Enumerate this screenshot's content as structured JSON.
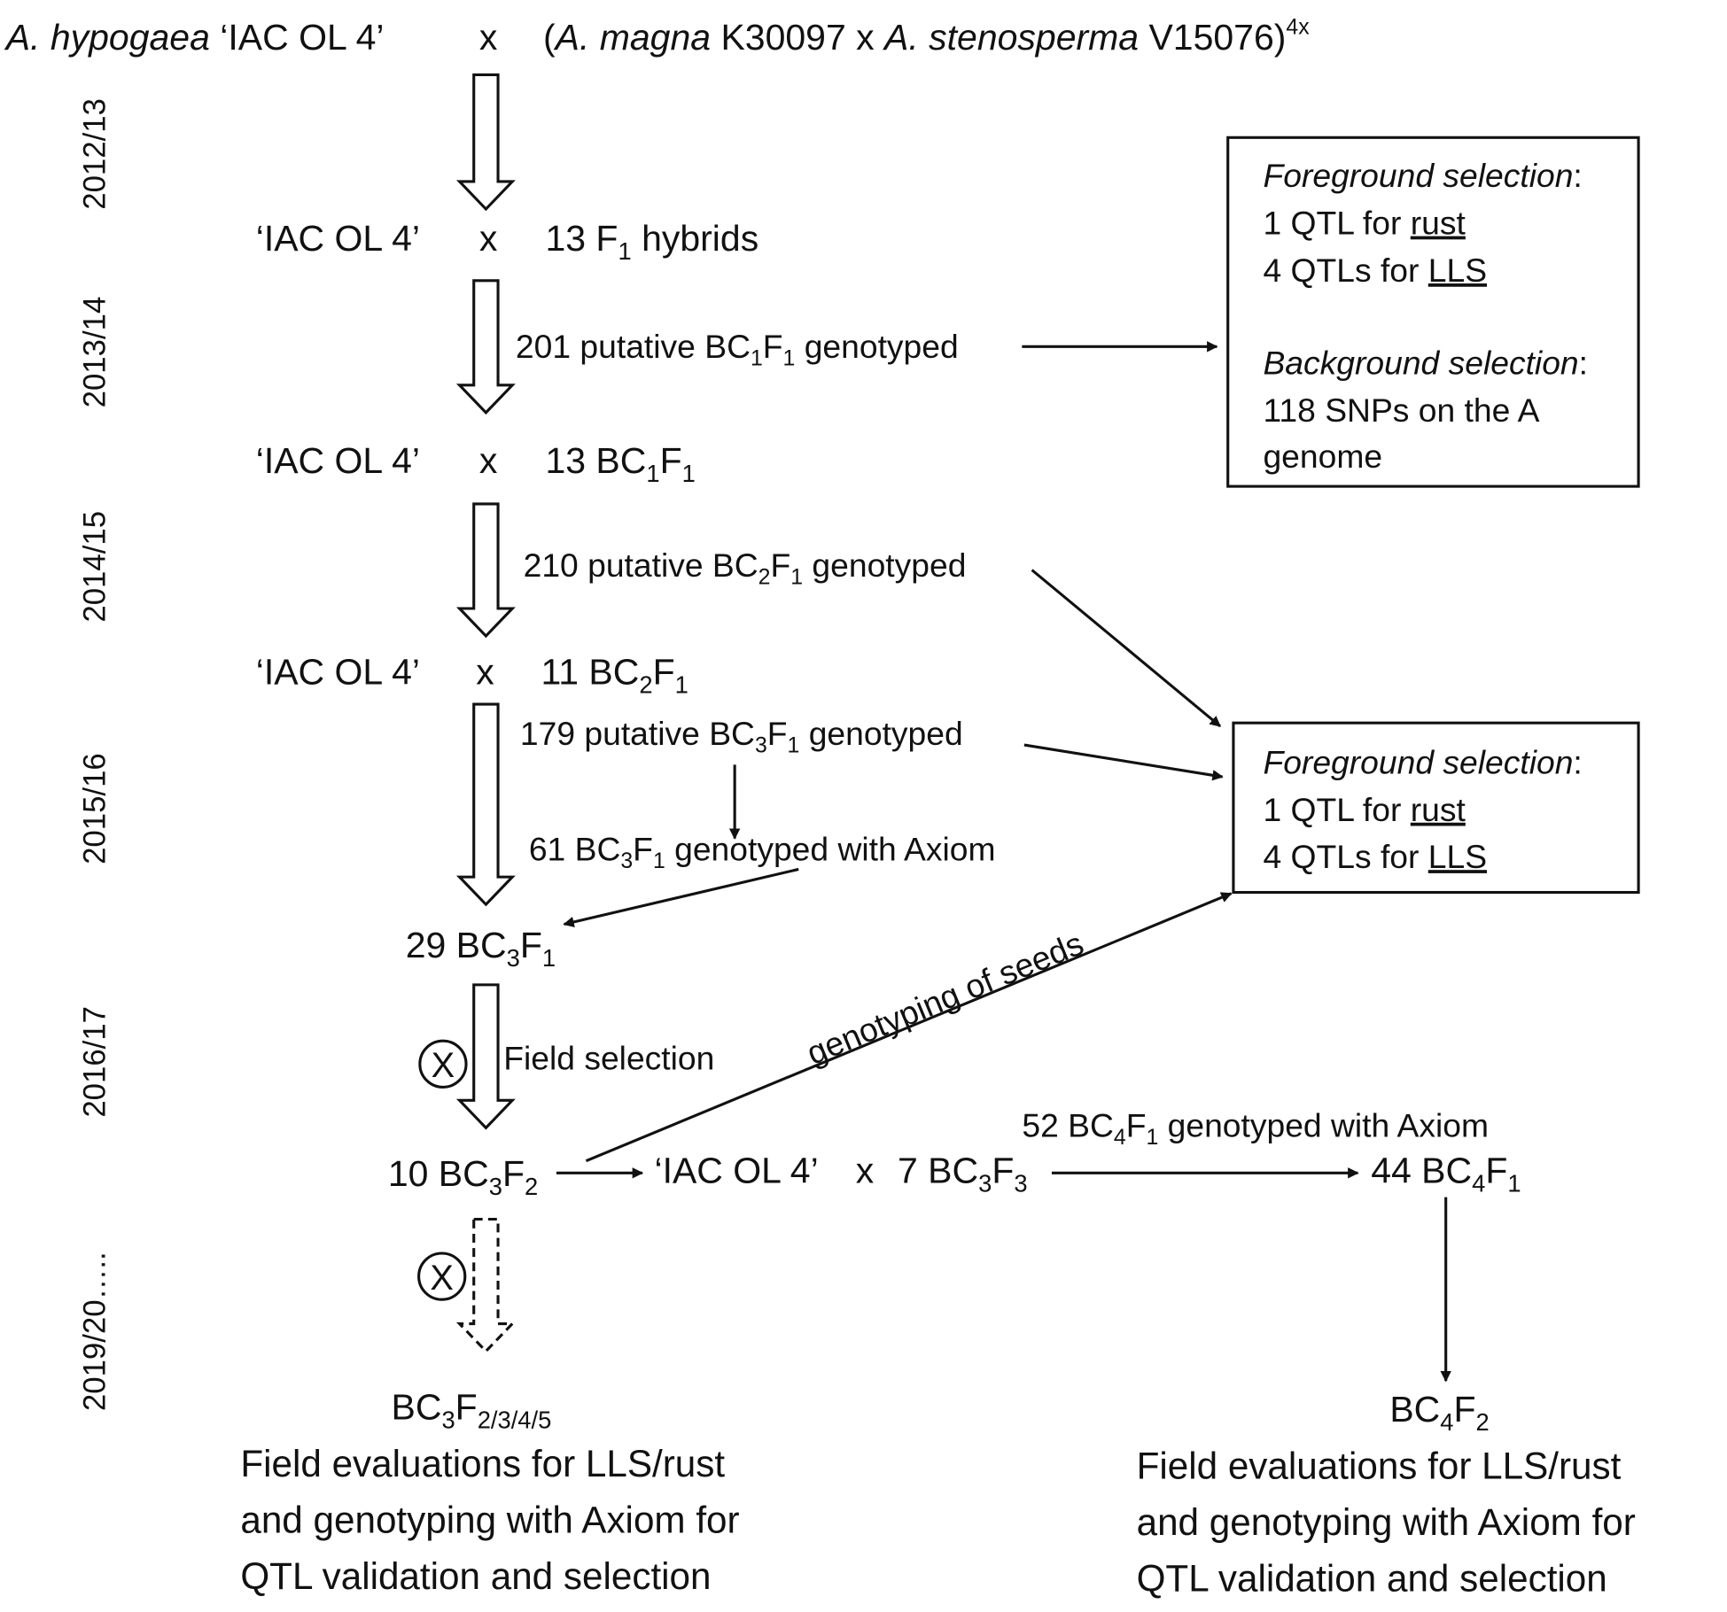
{
  "title": {
    "sp1": "A. hypogaea",
    "cv": " ‘IAC OL 4’",
    "x": "x",
    "open": "(",
    "sp2": "A. magna",
    "acc1": " K30097 x ",
    "sp3": "A. stenosperma",
    "acc2": " V15076)",
    "ploidy": "4x"
  },
  "years": [
    "2012/13",
    "2013/14",
    "2014/15",
    "2015/16",
    "2016/17",
    "2019/20….."
  ],
  "rows": {
    "r1": {
      "parent": "‘IAC OL 4’",
      "x": "x",
      "a": "13 F",
      "sub": "1",
      "b": " hybrids"
    },
    "r2": {
      "parent": "‘IAC OL 4’",
      "x": "x",
      "a": "13 BC",
      "sub1": "1",
      "b": "F",
      "sub2": "1"
    },
    "r3": {
      "parent": "‘IAC OL 4’",
      "x": "x",
      "a": "11 BC",
      "sub1": "2",
      "b": "F",
      "sub2": "1"
    },
    "r4": {
      "a": "29 BC",
      "sub1": "3",
      "b": "F",
      "sub2": "1"
    },
    "r5": {
      "a": "10 BC",
      "sub1": "3",
      "b": "F",
      "sub2": "2"
    },
    "r5b": {
      "parent": "‘IAC OL 4’",
      "x": "x",
      "a": "7 BC",
      "sub1": "3",
      "b": "F",
      "sub2": "3"
    },
    "r5c": {
      "a": "44 BC",
      "sub1": "4",
      "b": "F",
      "sub2": "1"
    }
  },
  "labels": {
    "l1": {
      "a": "201 putative BC",
      "s1": "1",
      "b": "F",
      "s2": "1",
      "c": " genotyped"
    },
    "l2": {
      "a": "210 putative BC",
      "s1": "2",
      "b": "F",
      "s2": "1",
      "c": " genotyped"
    },
    "l3": {
      "a": "179 putative BC",
      "s1": "3",
      "b": "F",
      "s2": "1",
      "c": " genotyped"
    },
    "l4": {
      "a": "61 BC",
      "s1": "3",
      "b": "F",
      "s2": "1",
      "c": " genotyped with Axiom"
    },
    "l5": {
      "a": "52 BC",
      "s1": "4",
      "b": "F",
      "s2": "1",
      "c": " genotyped with Axiom"
    },
    "field": "Field selection",
    "seeds": "genotyping of seeds",
    "self": "X"
  },
  "box1": {
    "fg": "Foreground selection",
    "colon": ":",
    "l1a": "1 QTL for ",
    "l1b": "rust",
    "l2a": "4 QTLs for ",
    "l2b": "LLS",
    "bg": "Background selection",
    "l3": "118 SNPs on the A",
    "l4": "genome"
  },
  "box2": {
    "fg": "Foreground selection",
    "colon": ":",
    "l1a": "1 QTL for ",
    "l1b": "rust",
    "l2a": "4 QTLs for ",
    "l2b": "LLS"
  },
  "outcome_left": {
    "a": "BC",
    "s1": "3",
    "b": "F",
    "s2": "2/3/4/5",
    "lines": [
      "Field evaluations for LLS/rust",
      "and genotyping with Axiom for",
      "QTL validation and selection"
    ]
  },
  "outcome_right": {
    "a": "BC",
    "s1": "4",
    "b": "F",
    "s2": "2",
    "lines": [
      "Field evaluations for LLS/rust",
      "and genotyping with Axiom for",
      "QTL validation and selection"
    ]
  }
}
